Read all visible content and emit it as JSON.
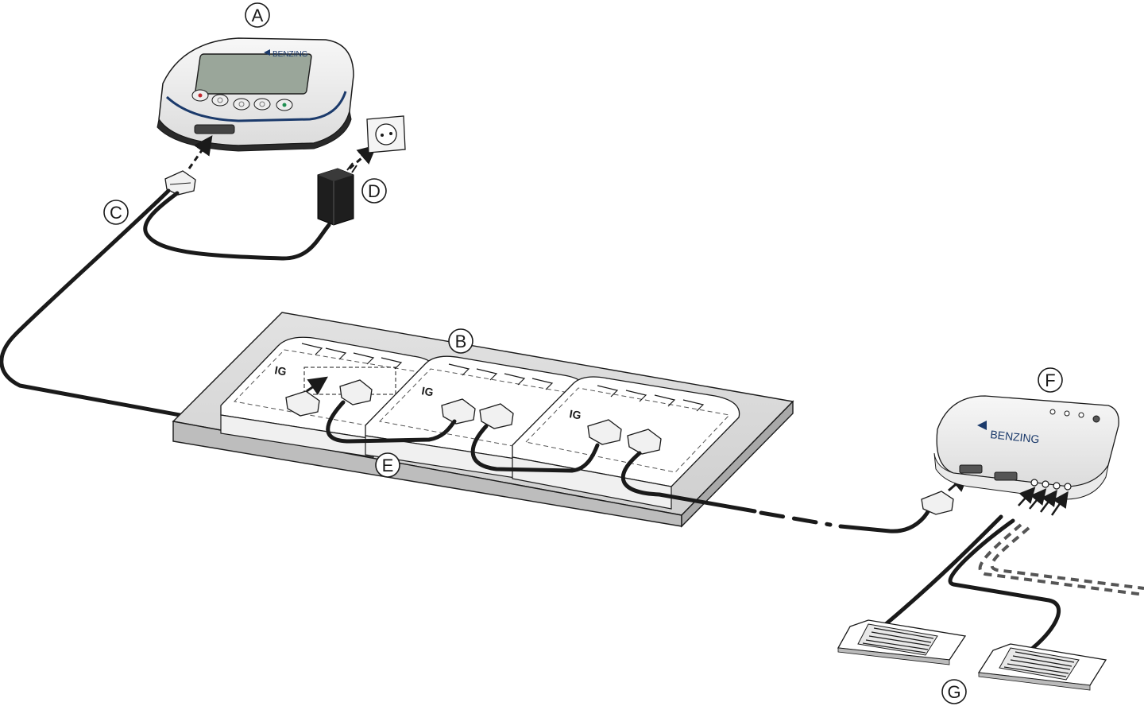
{
  "callouts": {
    "a": "A",
    "b": "B",
    "c": "C",
    "d": "D",
    "e": "E",
    "f": "F",
    "g": "G"
  },
  "brand": {
    "display_unit": "BENZING",
    "antenna_unit": "BENZING"
  },
  "colors": {
    "outline": "#1a1a1a",
    "board": "#d6d6d6",
    "screen": "#9aa69a",
    "accent": "#1b3a6b",
    "button_red": "#c0282d",
    "button_green": "#1f8f52"
  }
}
